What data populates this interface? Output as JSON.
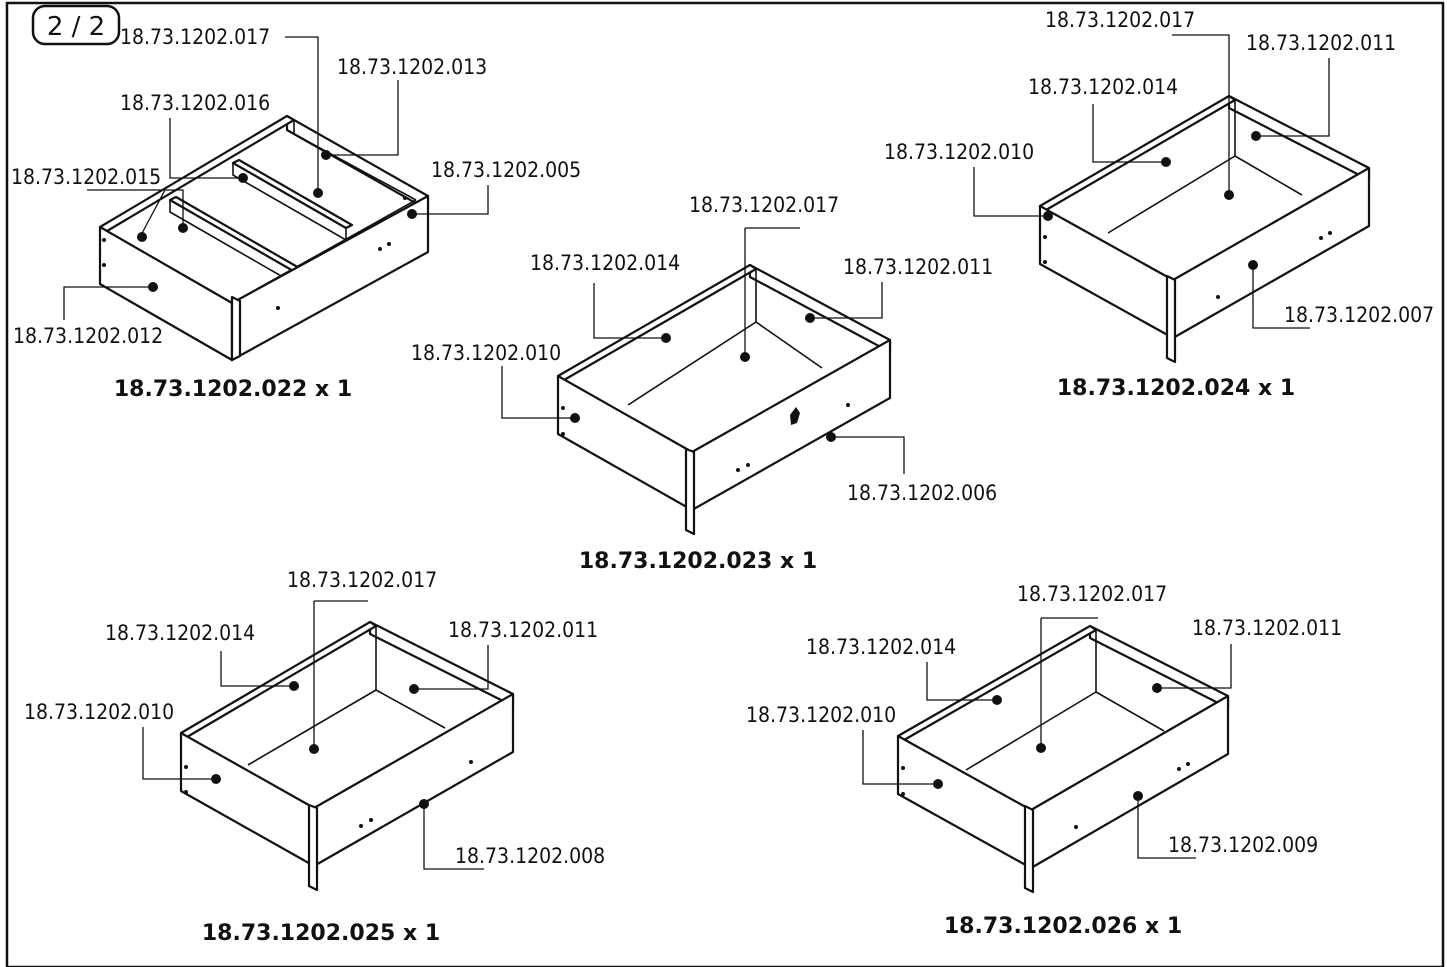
{
  "page_indicator": "2 / 2",
  "assemblies": [
    {
      "caption": "18.73.1202.022 x 1",
      "callouts": [
        "18.73.1202.017",
        "18.73.1202.013",
        "18.73.1202.016",
        "18.73.1202.015",
        "18.73.1202.005",
        "18.73.1202.012"
      ]
    },
    {
      "caption": "18.73.1202.023 x 1",
      "callouts": [
        "18.73.1202.017",
        "18.73.1202.014",
        "18.73.1202.011",
        "18.73.1202.010",
        "18.73.1202.006"
      ]
    },
    {
      "caption": "18.73.1202.024 x 1",
      "callouts": [
        "18.73.1202.017",
        "18.73.1202.011",
        "18.73.1202.014",
        "18.73.1202.010",
        "18.73.1202.007"
      ]
    },
    {
      "caption": "18.73.1202.025 x 1",
      "callouts": [
        "18.73.1202.017",
        "18.73.1202.014",
        "18.73.1202.011",
        "18.73.1202.010",
        "18.73.1202.008"
      ]
    },
    {
      "caption": "18.73.1202.026 x 1",
      "callouts": [
        "18.73.1202.017",
        "18.73.1202.014",
        "18.73.1202.011",
        "18.73.1202.010",
        "18.73.1202.009"
      ]
    }
  ]
}
